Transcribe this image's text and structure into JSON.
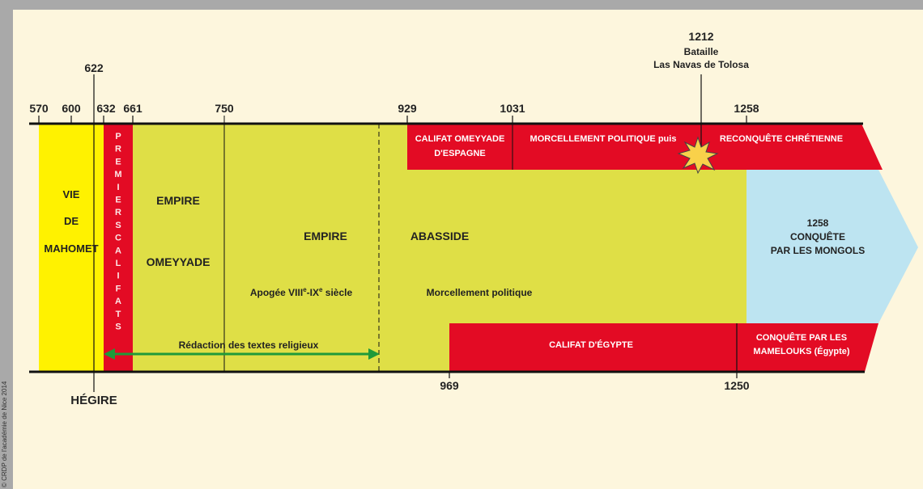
{
  "credit": "© CRDP de l'académie de Nice 2014",
  "top_years": [
    "570",
    "600",
    "632",
    "661",
    "750",
    "929",
    "1031",
    "1258"
  ],
  "hegire_year": "622",
  "battle": {
    "year": "1212",
    "line1": "Bataille",
    "line2": "Las Navas de Tolosa"
  },
  "bottom_years": [
    "969",
    "1250"
  ],
  "hegire_label": "HÉGIRE",
  "vie_mahomet": [
    "VIE",
    "DE",
    "MAHOMET"
  ],
  "premiers_califats": "PREMIERS CALIFATS",
  "omeyyade": [
    "EMPIRE",
    "OMEYYADE"
  ],
  "empire": "EMPIRE",
  "abasside": "ABASSIDE",
  "apogee": {
    "prefix": "Apogée VIII",
    "sup1": "e",
    "middle": "-IX",
    "sup2": "e",
    "suffix": " siècle"
  },
  "morcellement": "Morcellement politique",
  "redaction": "Rédaction  des  textes  religieux",
  "califat_espagne": [
    "CALIFAT OMEYYADE",
    "D'ESPAGNE"
  ],
  "morcellement_puis": "MORCELLEMENT POLITIQUE  puis",
  "reconquete": "RECONQUÊTE CHRÉTIENNE",
  "mongols": [
    "1258",
    "CONQUÊTE",
    "PAR LES MONGOLS"
  ],
  "califat_egypte": "CALIFAT D'ÉGYPTE",
  "mamelouks": [
    "CONQUÊTE PAR LES",
    "MAMELOUKS (Égypte)"
  ],
  "colors": {
    "yellow": "#fff200",
    "olive": "#dfdf46",
    "red": "#e30b24",
    "blue": "#bde4f1",
    "green": "#1f9a3a",
    "background": "#fdf6dd"
  }
}
